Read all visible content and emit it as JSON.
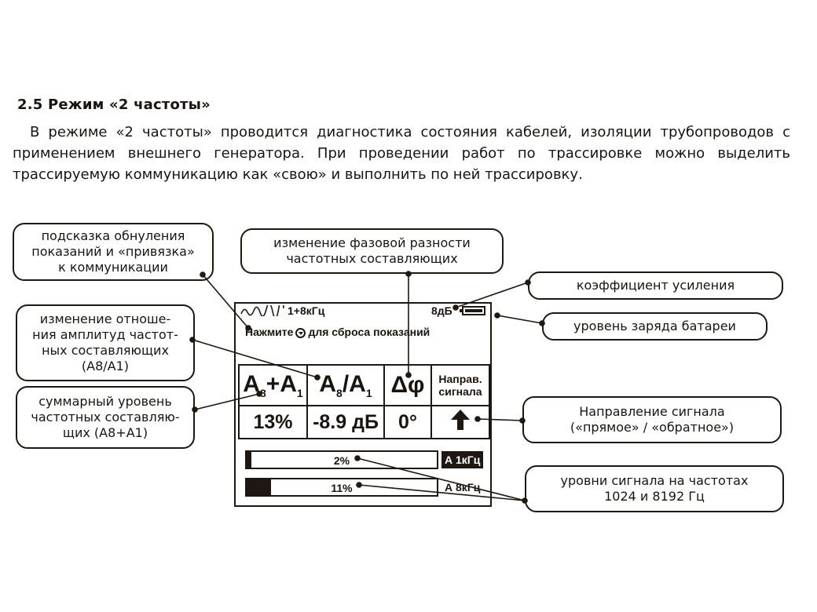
{
  "heading": "2.5 Режим «2 частоты»",
  "paragraph": "В режиме «2 частоты» проводится диагностика состояния кабелей, изоляции трубопроводов с применением внешнего генератора. При проведении работ по трассировке можно выделить трассируемую коммуникацию как «свою» и выполнить по ней трассировку.",
  "callouts": {
    "reset_hint": [
      "подсказка обнуления",
      "показаний и «привязка»",
      "к коммуникации"
    ],
    "phase_change": [
      "изменение фазовой разности",
      "частотных составляющих"
    ],
    "gain": [
      "коэффициент усиления"
    ],
    "battery": [
      "уровень заряда батареи"
    ],
    "ratio_change": [
      "изменение отноше-",
      "ния амплитуд частот-",
      "ных составляющих",
      "(А8/А1)"
    ],
    "sum_level": [
      "суммарный уровень",
      "частотных составляю-",
      "щих (А8+А1)"
    ],
    "direction": [
      "Направление сигнала",
      "(«прямое» / «обратное»)"
    ],
    "levels": [
      "уровни сигнала на частотах",
      "1024 и 8192 Гц"
    ]
  },
  "device": {
    "freq_label": "1+8кГц",
    "gain": "8дБ",
    "battery_level": 1.0,
    "hint_before": "Нажмите",
    "hint_after": "для сброса показаний",
    "table_headers": [
      "A8+A1",
      "A8/A1",
      "Δφ",
      "Направ. сигнала"
    ],
    "table_values": [
      "13%",
      "-8.9 дБ",
      "0°"
    ],
    "direction_icon": "arrow-up-icon",
    "bars": [
      {
        "pct": "2%",
        "value": 0.02,
        "freq": "А 1кГц"
      },
      {
        "pct": "11%",
        "value": 0.11,
        "freq": "А 8кГц"
      }
    ]
  },
  "colors": {
    "ink": "#1f1812",
    "background": "#ffffff"
  }
}
